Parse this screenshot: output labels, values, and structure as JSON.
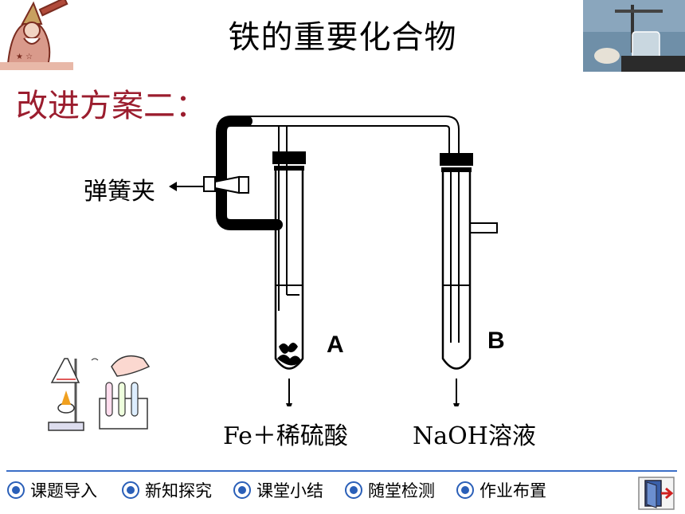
{
  "header": {
    "title": "铁的重要化合物",
    "logo_icon": "astronomer-telescope-icon",
    "photo_icon": "lab-apparatus-photo"
  },
  "slide": {
    "subtitle": "改进方案二：",
    "clamp_label": "弹簧夹",
    "tube_a_label": "A",
    "tube_b_label": "B",
    "tube_a_caption": "Fe＋稀硫酸",
    "tube_b_caption": "NaOH溶液"
  },
  "nav": {
    "items": [
      {
        "label": "课题导入",
        "icon": "target-circle-icon"
      },
      {
        "label": "新知探究",
        "icon": "target-circle-icon"
      },
      {
        "label": "课堂小结",
        "icon": "target-circle-icon"
      },
      {
        "label": "随堂检测",
        "icon": "target-circle-icon"
      },
      {
        "label": "作业布置",
        "icon": "target-circle-icon"
      }
    ],
    "exit_icon": "exit-door-icon"
  },
  "colors": {
    "subtitle": "#9b1d2e",
    "nav_line": "#3b6fc7",
    "nav_icon": "#2a5fb8"
  }
}
